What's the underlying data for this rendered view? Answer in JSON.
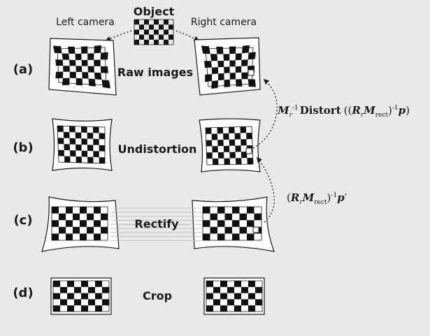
{
  "header": {
    "object_label": "Object",
    "left_camera": "Left camera",
    "right_camera": "Right camera"
  },
  "rows": [
    {
      "id": "a",
      "tag": "(a)",
      "caption": "Raw images"
    },
    {
      "id": "b",
      "tag": "(b)",
      "caption": "Undistortion"
    },
    {
      "id": "c",
      "tag": "(c)",
      "caption": "Rectify"
    },
    {
      "id": "d",
      "tag": "(d)",
      "caption": "Crop"
    }
  ],
  "equations": {
    "upper": {
      "lead": "M",
      "lead_sub": "r",
      "lead_sup": "-1",
      "func": "Distort",
      "open": "((",
      "r": "R",
      "r_sub": "r",
      "m": "M",
      "m_sub": "rect",
      "close": ")",
      "inv": "-1",
      "p": "p",
      "end": ")"
    },
    "lower": {
      "open": "(",
      "r": "R",
      "r_sub": "r",
      "m": "M",
      "m_sub": "rect",
      "close": ")",
      "inv": "-1",
      "p": "p",
      "prime": "′"
    }
  },
  "colors": {
    "background": "#e9e9e9",
    "panel": "#ffffff",
    "ink": "#1a1a1a"
  }
}
